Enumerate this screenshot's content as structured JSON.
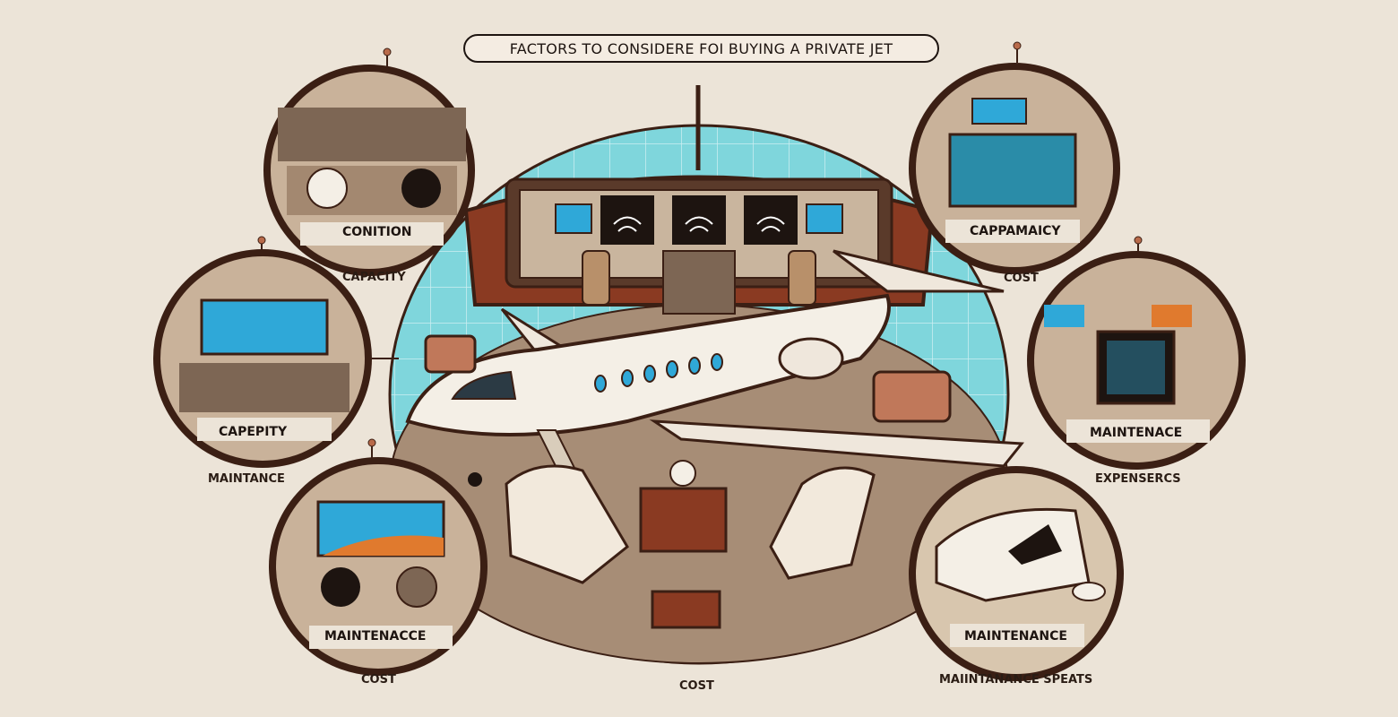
{
  "title": "FACTORS TO CONSIDERE FOI BUYING A PRIVATE JET",
  "circle_labels": {
    "top_left": "CONITION",
    "mid_left": "CAPEPITY",
    "bottom_left": "MAINTENACCE",
    "top_right": "CAPPAMAICY",
    "mid_right": "MAINTENACE",
    "bottom_right": "MAINTENANCE"
  },
  "floating_labels": {
    "capacity": "CAPACITY",
    "maintance": "MAINTANCE",
    "cost_left": "COST",
    "cost_center": "COST",
    "cost_right": "COST",
    "expensercs": "EXPENSERCS",
    "maintanance_speats": "MAIINTANANCE SPEATS"
  },
  "colors": {
    "background": "#ece4d8",
    "dark_brown": "#3b1f14",
    "mahogany": "#8a3a22",
    "tan": "#b8906a",
    "sky": "#7fd6dc",
    "cream": "#f4efe6",
    "screen_blue": "#2fa8d8",
    "orange": "#e07a2e"
  }
}
